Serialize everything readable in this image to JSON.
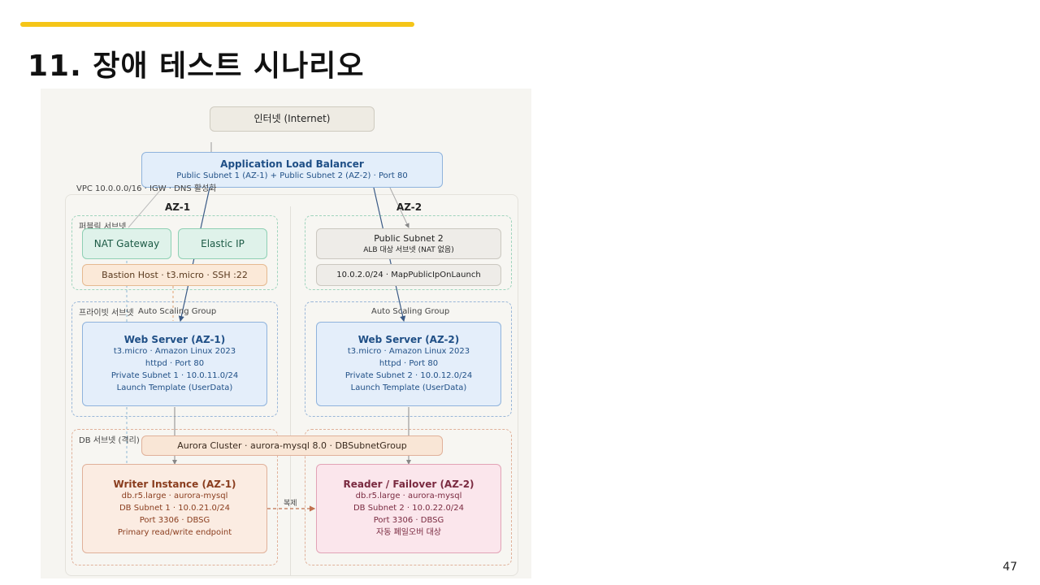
{
  "slide": {
    "title": "11. 장애 테스트 시나리오",
    "page_number": "47",
    "accent_color": "#F5C518"
  },
  "diagram": {
    "internet": "인터넷 (Internet)",
    "alb": {
      "title": "Application Load Balancer",
      "subtitle": "Public Subnet 1 (AZ-1) + Public Subnet 2 (AZ-2) · Port 80"
    },
    "vpc_label": "VPC 10.0.0.0/16 · IGW · DNS 활성화",
    "az1_label": "AZ-1",
    "az2_label": "AZ-2",
    "public_subnet_label": "퍼블릭 서브넷",
    "nat_gateway": "NAT Gateway",
    "elastic_ip": "Elastic IP",
    "bastion": "Bastion Host · t3.micro · SSH :22",
    "public_subnet2": {
      "title": "Public Subnet 2",
      "subtitle": "ALB 대상 서브넷 (NAT 없음)"
    },
    "public_subnet2_cidr": "10.0.2.0/24 · MapPublicIpOnLaunch",
    "private_subnet_label": "프라이빗 서브넷",
    "asg_label": "Auto Scaling Group",
    "web1": {
      "title": "Web Server (AZ-1)",
      "lines": [
        "t3.micro · Amazon Linux 2023",
        "httpd · Port 80",
        "Private Subnet 1 · 10.0.11.0/24",
        "Launch Template (UserData)"
      ]
    },
    "web2": {
      "title": "Web Server (AZ-2)",
      "lines": [
        "t3.micro · Amazon Linux 2023",
        "httpd · Port 80",
        "Private Subnet 2 · 10.0.12.0/24",
        "Launch Template (UserData)"
      ]
    },
    "db_subnet_label": "DB 서브넷 (격리)",
    "aurora_cluster": "Aurora Cluster · aurora-mysql 8.0 · DBSubnetGroup",
    "writer": {
      "title": "Writer Instance (AZ-1)",
      "lines": [
        "db.r5.large · aurora-mysql",
        "DB Subnet 1 · 10.0.21.0/24",
        "Port 3306 · DBSG",
        "Primary read/write endpoint"
      ]
    },
    "reader": {
      "title": "Reader / Failover (AZ-2)",
      "lines": [
        "db.r5.large · aurora-mysql",
        "DB Subnet 2 · 10.0.22.0/24",
        "Port 3306 · DBSG",
        "자동 페일오버 대상"
      ]
    },
    "replication_label": "복제",
    "colors": {
      "internet_bg": "#eeebe3",
      "alb_bg": "#e3eefa",
      "alb_text": "#1f4f86",
      "green_bg": "#dff2ea",
      "green_text": "#1c5a45",
      "bastion_bg": "#fbe9d8",
      "gray_bg": "#eeece8",
      "web_bg": "#e4eefa",
      "web_text": "#1f4f86",
      "writer_bg": "#fbece2",
      "writer_text": "#8a3d1e",
      "reader_bg": "#fbe6ec",
      "reader_text": "#7a2a40",
      "aurora_bg": "#f9e6d6",
      "green_dash": "#9fd4bd",
      "blue_dash": "#9ab7d8",
      "peach_dash": "#e0b19a"
    }
  }
}
